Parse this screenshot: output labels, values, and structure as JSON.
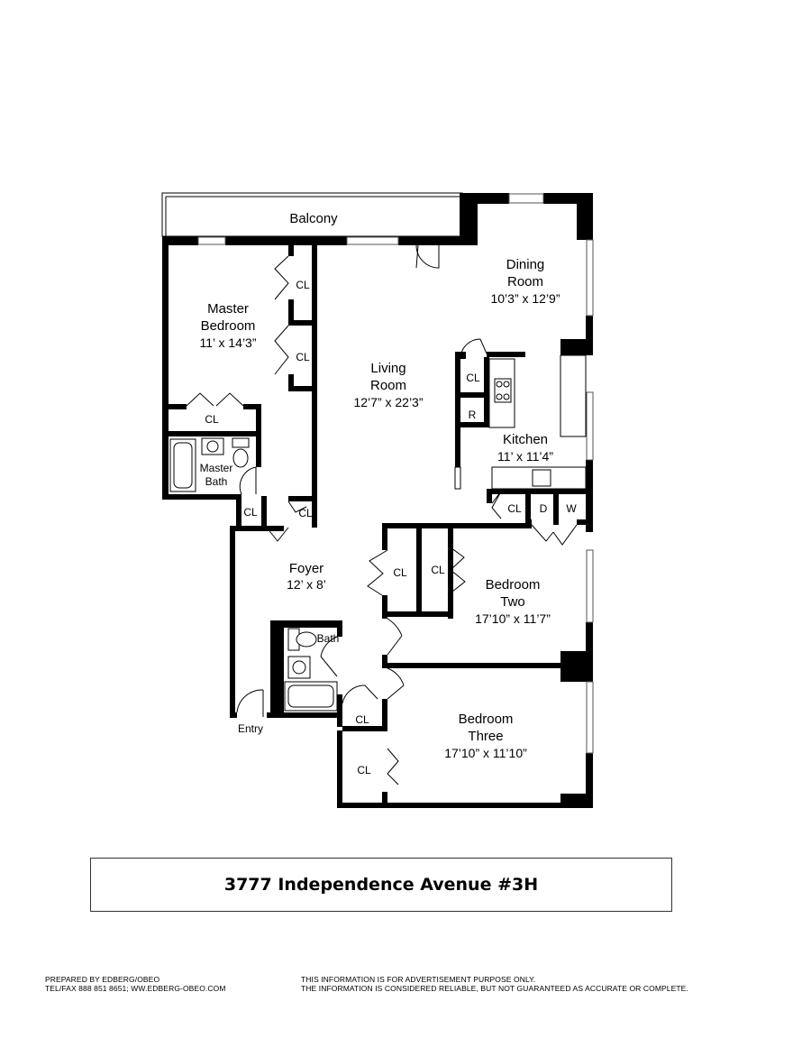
{
  "floorplan": {
    "rooms": {
      "balcony": {
        "name": "Balcony"
      },
      "master_bedroom": {
        "name_line1": "Master",
        "name_line2": "Bedroom",
        "dims": "11’ x 14’3”"
      },
      "living_room": {
        "name_line1": "Living",
        "name_line2": "Room",
        "dims": "12’7” x 22’3”"
      },
      "dining_room": {
        "name_line1": "Dining",
        "name_line2": "Room",
        "dims": "10’3” x 12’9”"
      },
      "kitchen": {
        "name": "Kitchen",
        "dims": "11’ x 11’4”"
      },
      "master_bath": {
        "name_line1": "Master",
        "name_line2": "Bath"
      },
      "foyer": {
        "name": "Foyer",
        "dims": "12’ x 8’"
      },
      "bath": {
        "name": "Bath"
      },
      "entry": {
        "name": "Entry"
      },
      "bedroom_two": {
        "name_line1": "Bedroom",
        "name_line2": "Two",
        "dims": "17’10” x 11’7”"
      },
      "bedroom_three": {
        "name_line1": "Bedroom",
        "name_line2": "Three",
        "dims": "17’10” x 11’10”"
      }
    },
    "closet_label": "CL",
    "refrigerator_label": "R",
    "dryer_label": "D",
    "washer_label": "W"
  },
  "address": "3777 Independence Avenue #3H",
  "footer": {
    "left_line1": "PREPARED BY EDBERG/OBEO",
    "left_line2": "TEL/FAX 888 851 8651; WW.EDBERG-OBEO.COM",
    "right_line1": "THIS INFORMATION IS FOR ADVERTISEMENT PURPOSE ONLY.",
    "right_line2": "THE INFORMATION IS CONSIDERED RELIABLE, BUT NOT GUARANTEED AS ACCURATE OR COMPLETE."
  }
}
